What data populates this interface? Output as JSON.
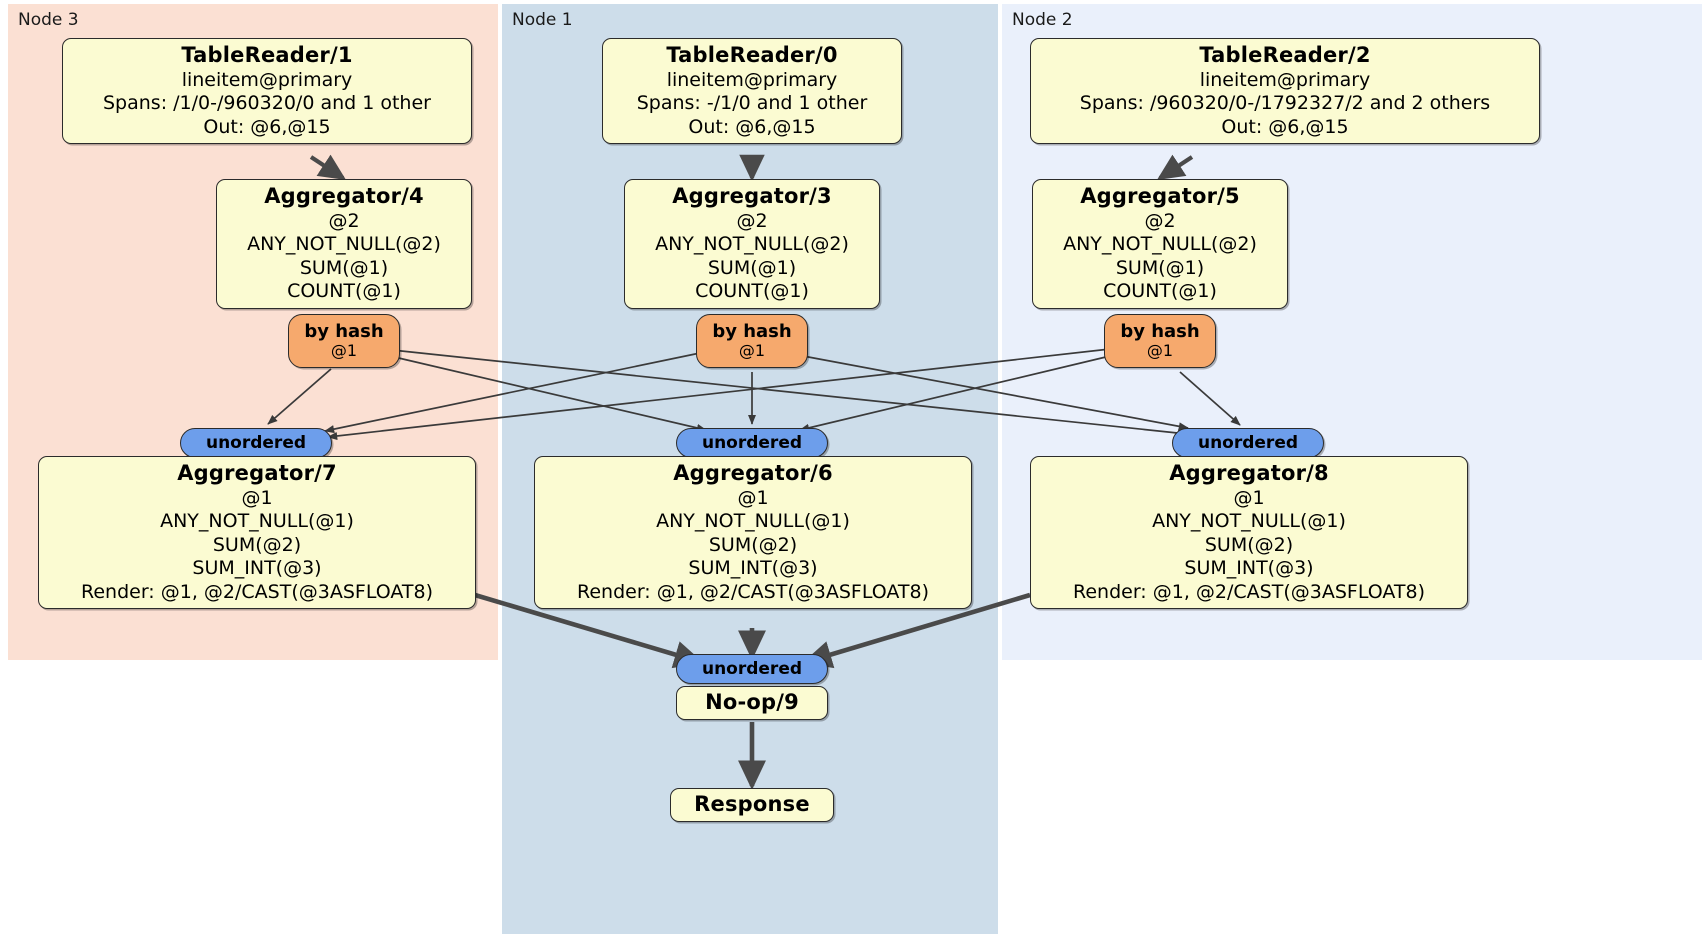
{
  "diagram": {
    "type": "distributed-query-plan",
    "nodes": [
      {
        "id": "node3",
        "label": "Node 3",
        "color": "#fbe0d3"
      },
      {
        "id": "node1",
        "label": "Node 1",
        "color": "#cdddea"
      },
      {
        "id": "node2",
        "label": "Node 2",
        "color": "#eaf0fb"
      }
    ],
    "processors": {
      "tablereader1": {
        "title": "TableReader/1",
        "lines": [
          "lineitem@primary",
          "Spans: /1/0-/960320/0 and 1 other",
          "Out: @6,@15"
        ]
      },
      "tablereader0": {
        "title": "TableReader/0",
        "lines": [
          "lineitem@primary",
          "Spans: -/1/0 and 1 other",
          "Out: @6,@15"
        ]
      },
      "tablereader2": {
        "title": "TableReader/2",
        "lines": [
          "lineitem@primary",
          "Spans: /960320/0-/1792327/2 and 2 others",
          "Out: @6,@15"
        ]
      },
      "aggregator4": {
        "title": "Aggregator/4",
        "lines": [
          "@2",
          "ANY_NOT_NULL(@2)",
          "SUM(@1)",
          "COUNT(@1)"
        ]
      },
      "aggregator3": {
        "title": "Aggregator/3",
        "lines": [
          "@2",
          "ANY_NOT_NULL(@2)",
          "SUM(@1)",
          "COUNT(@1)"
        ]
      },
      "aggregator5": {
        "title": "Aggregator/5",
        "lines": [
          "@2",
          "ANY_NOT_NULL(@2)",
          "SUM(@1)",
          "COUNT(@1)"
        ]
      },
      "aggregator7": {
        "title": "Aggregator/7",
        "lines": [
          "@1",
          "ANY_NOT_NULL(@1)",
          "SUM(@2)",
          "SUM_INT(@3)",
          "Render: @1, @2/CAST(@3ASFLOAT8)"
        ]
      },
      "aggregator6": {
        "title": "Aggregator/6",
        "lines": [
          "@1",
          "ANY_NOT_NULL(@1)",
          "SUM(@2)",
          "SUM_INT(@3)",
          "Render: @1, @2/CAST(@3ASFLOAT8)"
        ]
      },
      "aggregator8": {
        "title": "Aggregator/8",
        "lines": [
          "@1",
          "ANY_NOT_NULL(@1)",
          "SUM(@2)",
          "SUM_INT(@3)",
          "Render: @1, @2/CAST(@3ASFLOAT8)"
        ]
      },
      "noop9": {
        "title": "No-op/9",
        "lines": []
      },
      "response": {
        "title": "Response",
        "lines": []
      }
    },
    "routers": {
      "hash_left": {
        "type": "by hash",
        "column": "@1",
        "color": "#f6a96d"
      },
      "hash_mid": {
        "type": "by hash",
        "column": "@1",
        "color": "#f6a96d"
      },
      "hash_right": {
        "type": "by hash",
        "column": "@1",
        "color": "#f6a96d"
      },
      "unordered_left": {
        "type": "unordered",
        "color": "#6d9eeb"
      },
      "unordered_mid": {
        "type": "unordered",
        "color": "#6d9eeb"
      },
      "unordered_right": {
        "type": "unordered",
        "color": "#6d9eeb"
      },
      "unordered_final": {
        "type": "unordered",
        "color": "#6d9eeb"
      }
    }
  }
}
